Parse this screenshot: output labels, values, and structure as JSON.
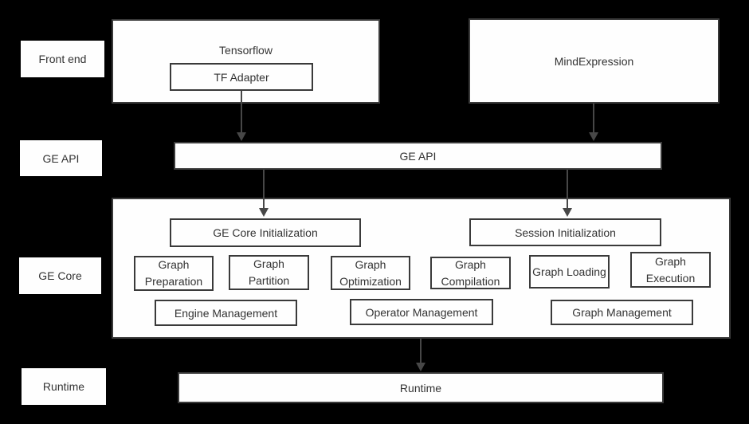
{
  "colors": {
    "bg": "#000000",
    "fill": "#fefefe",
    "border": "#3a3a3a",
    "text": "#333333",
    "arrow": "#474747"
  },
  "row_labels": [
    {
      "label": "Front end"
    },
    {
      "label": "GE API"
    },
    {
      "label": "GE Core"
    },
    {
      "label": "Runtime"
    }
  ],
  "front_end": {
    "tensorflow": {
      "title": "Tensorflow",
      "child": "TF Adapter"
    },
    "mind_expression": {
      "title": "MindExpression"
    }
  },
  "ge_api_bar": {
    "label": "GE API"
  },
  "ge_core": {
    "init_boxes": [
      "GE Core Initialization",
      "Session Initialization"
    ],
    "stage_boxes": [
      "Graph Preparation",
      "Graph Partition",
      "Graph Optimization",
      "Graph Compilation",
      "Graph Loading",
      "Graph Execution"
    ],
    "management_boxes": [
      "Engine Management",
      "Operator Management",
      "Graph Management"
    ]
  },
  "runtime_bar": {
    "label": "Runtime"
  }
}
